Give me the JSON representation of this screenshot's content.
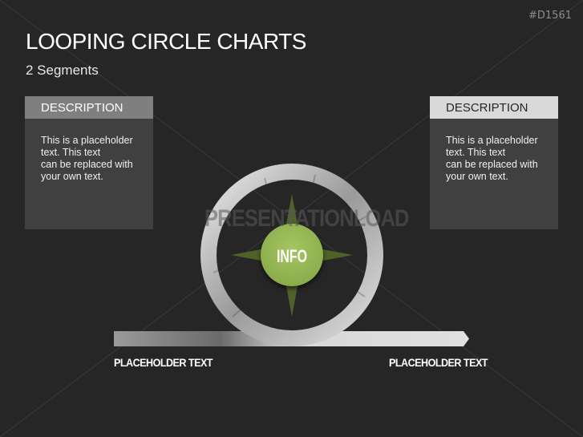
{
  "slide": {
    "code": "#D1561",
    "title": "LOOPING CIRCLE CHARTS",
    "subtitle": "2 Segments"
  },
  "boxes": [
    {
      "header": "DESCRIPTION",
      "lines": [
        "This is a placeholder",
        "text. This text",
        "can be replaced with",
        "your own text."
      ]
    },
    {
      "header": "DESCRIPTION",
      "lines": [
        "This is a placeholder",
        "text. This text",
        "can be replaced with",
        "your own text."
      ]
    }
  ],
  "diagram": {
    "center_label": "INFO",
    "left_label": "PLACEHOLDER TEXT",
    "right_label": "PLACEHOLDER TEXT",
    "colors": {
      "background": "#262626",
      "accent_green": "#9bbb59",
      "dark_green": "#4f6228",
      "ring": "#c8c8c8"
    }
  },
  "watermark": "PRESENTATIONLOAD"
}
